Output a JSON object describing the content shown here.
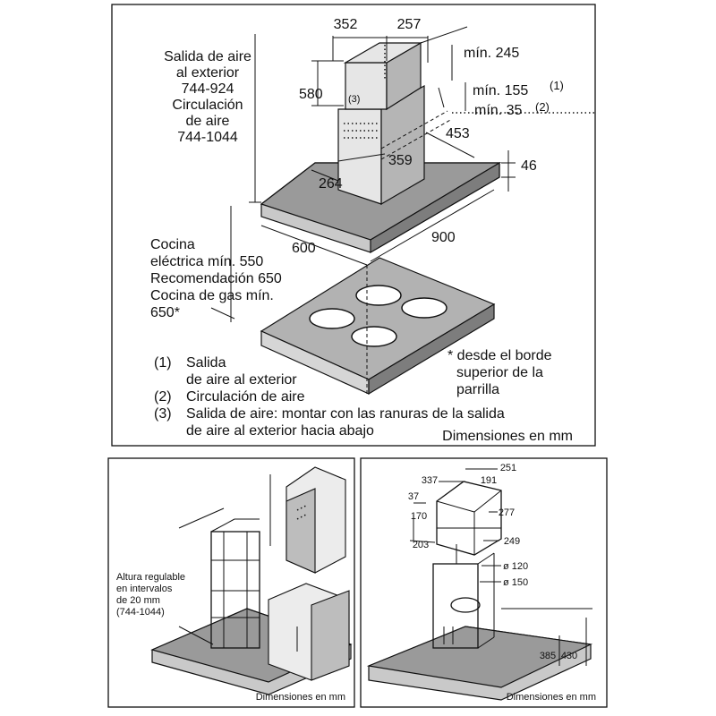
{
  "main_diagram": {
    "dim_352": "352",
    "dim_257": "257",
    "dim_min245": "mín. 245",
    "dim_580": "580",
    "dim_min155": "mín. 155",
    "ref_1": "(1)",
    "dim_min35": "mín. 35",
    "ref_2": "(2)",
    "ref_3": "(3)",
    "dim_453": "453",
    "dim_359": "359",
    "dim_46": "46",
    "dim_264": "264",
    "dim_600": "600",
    "dim_900": "900",
    "left_label_lines": [
      "Salida de aire",
      "al exterior",
      "744-924",
      "Circulación",
      "de aire",
      "744-1044"
    ],
    "cooktop_label_lines": [
      "Cocina",
      "eléctrica mín. 550",
      "Recomendación 650",
      "Cocina de gas mín.",
      "650*"
    ],
    "footnote_lines": [
      "* desde el borde",
      "superior de la",
      "parrilla"
    ],
    "legend": [
      {
        "num": "(1)",
        "lines": [
          "Salida",
          "de aire al exterior"
        ]
      },
      {
        "num": "(2)",
        "lines": [
          "Circulación de aire"
        ]
      },
      {
        "num": "(3)",
        "lines": [
          "Salida de aire: montar con las ranuras de la salida",
          "de aire al exterior hacia abajo"
        ]
      }
    ],
    "units": "Dimensiones en mm"
  },
  "left_panel": {
    "label_lines": [
      "Altura regulable",
      "en intervalos",
      "de 20 mm",
      "(744-1044)"
    ],
    "units": "Dimensiones en mm"
  },
  "right_panel": {
    "dim_337": "337",
    "dim_251": "251",
    "dim_191": "191",
    "dim_37": "37",
    "dim_170": "170",
    "dim_277": "277",
    "dim_203": "203",
    "dim_249": "249",
    "dim_d120": "ø 120",
    "dim_d150": "ø 150",
    "dim_385": "385",
    "dim_430": "430",
    "units": "Dimensiones en mm"
  }
}
